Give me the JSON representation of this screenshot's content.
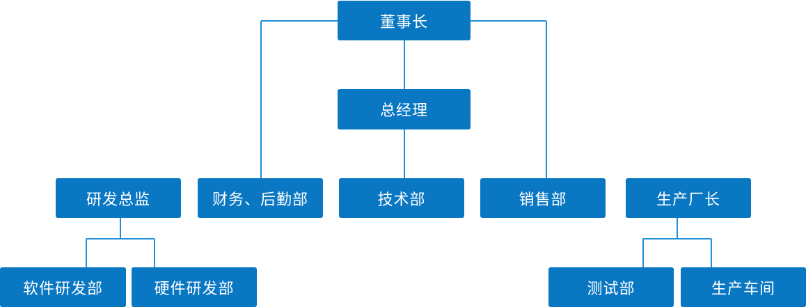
{
  "org_chart": {
    "top": "董事长",
    "second": "总经理",
    "departments": [
      "研发总监",
      "财务、后勤部",
      "技术部",
      "销售部",
      "生产厂长"
    ],
    "rd_sub": [
      "软件研发部",
      "硬件研发部"
    ],
    "production_sub": [
      "测试部",
      "生产车间"
    ]
  },
  "colors": {
    "box": "#0a77c3",
    "line": "#1f8fd8"
  }
}
